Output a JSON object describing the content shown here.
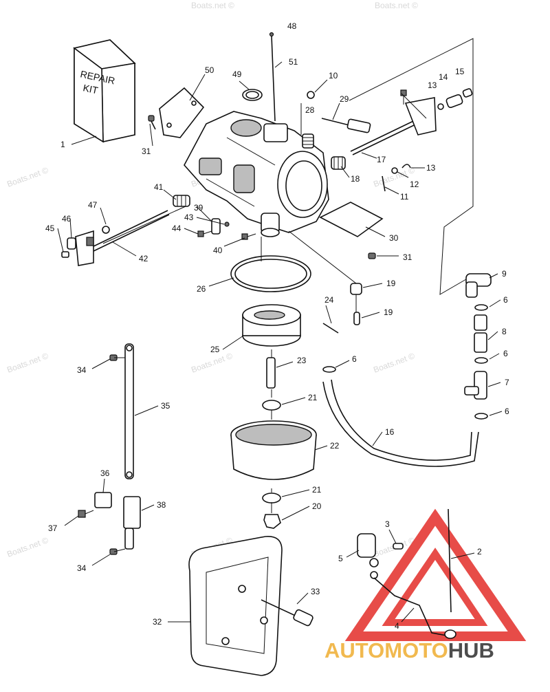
{
  "watermark": "Boats.net ©",
  "box_label_line1": "REPAIR",
  "box_label_line2": "KIT",
  "logo": {
    "part1": "AUTOMOTO",
    "part2": "HUB",
    "color1": "#f0b23c",
    "color2": "#3a3a3a",
    "triangle_color": "#e53935"
  },
  "callouts": [
    "48",
    "51",
    "50",
    "49",
    "10",
    "29",
    "28",
    "13",
    "14",
    "15",
    "1",
    "31",
    "17",
    "18",
    "13",
    "12",
    "11",
    "41",
    "47",
    "39",
    "43",
    "44",
    "46",
    "45",
    "42",
    "40",
    "30",
    "31",
    "9",
    "26",
    "19",
    "6",
    "24",
    "19",
    "8",
    "25",
    "23",
    "6",
    "34",
    "6",
    "7",
    "21",
    "35",
    "6",
    "16",
    "22",
    "36",
    "38",
    "21",
    "37",
    "20",
    "3",
    "5",
    "2",
    "34",
    "33",
    "32",
    "4"
  ]
}
